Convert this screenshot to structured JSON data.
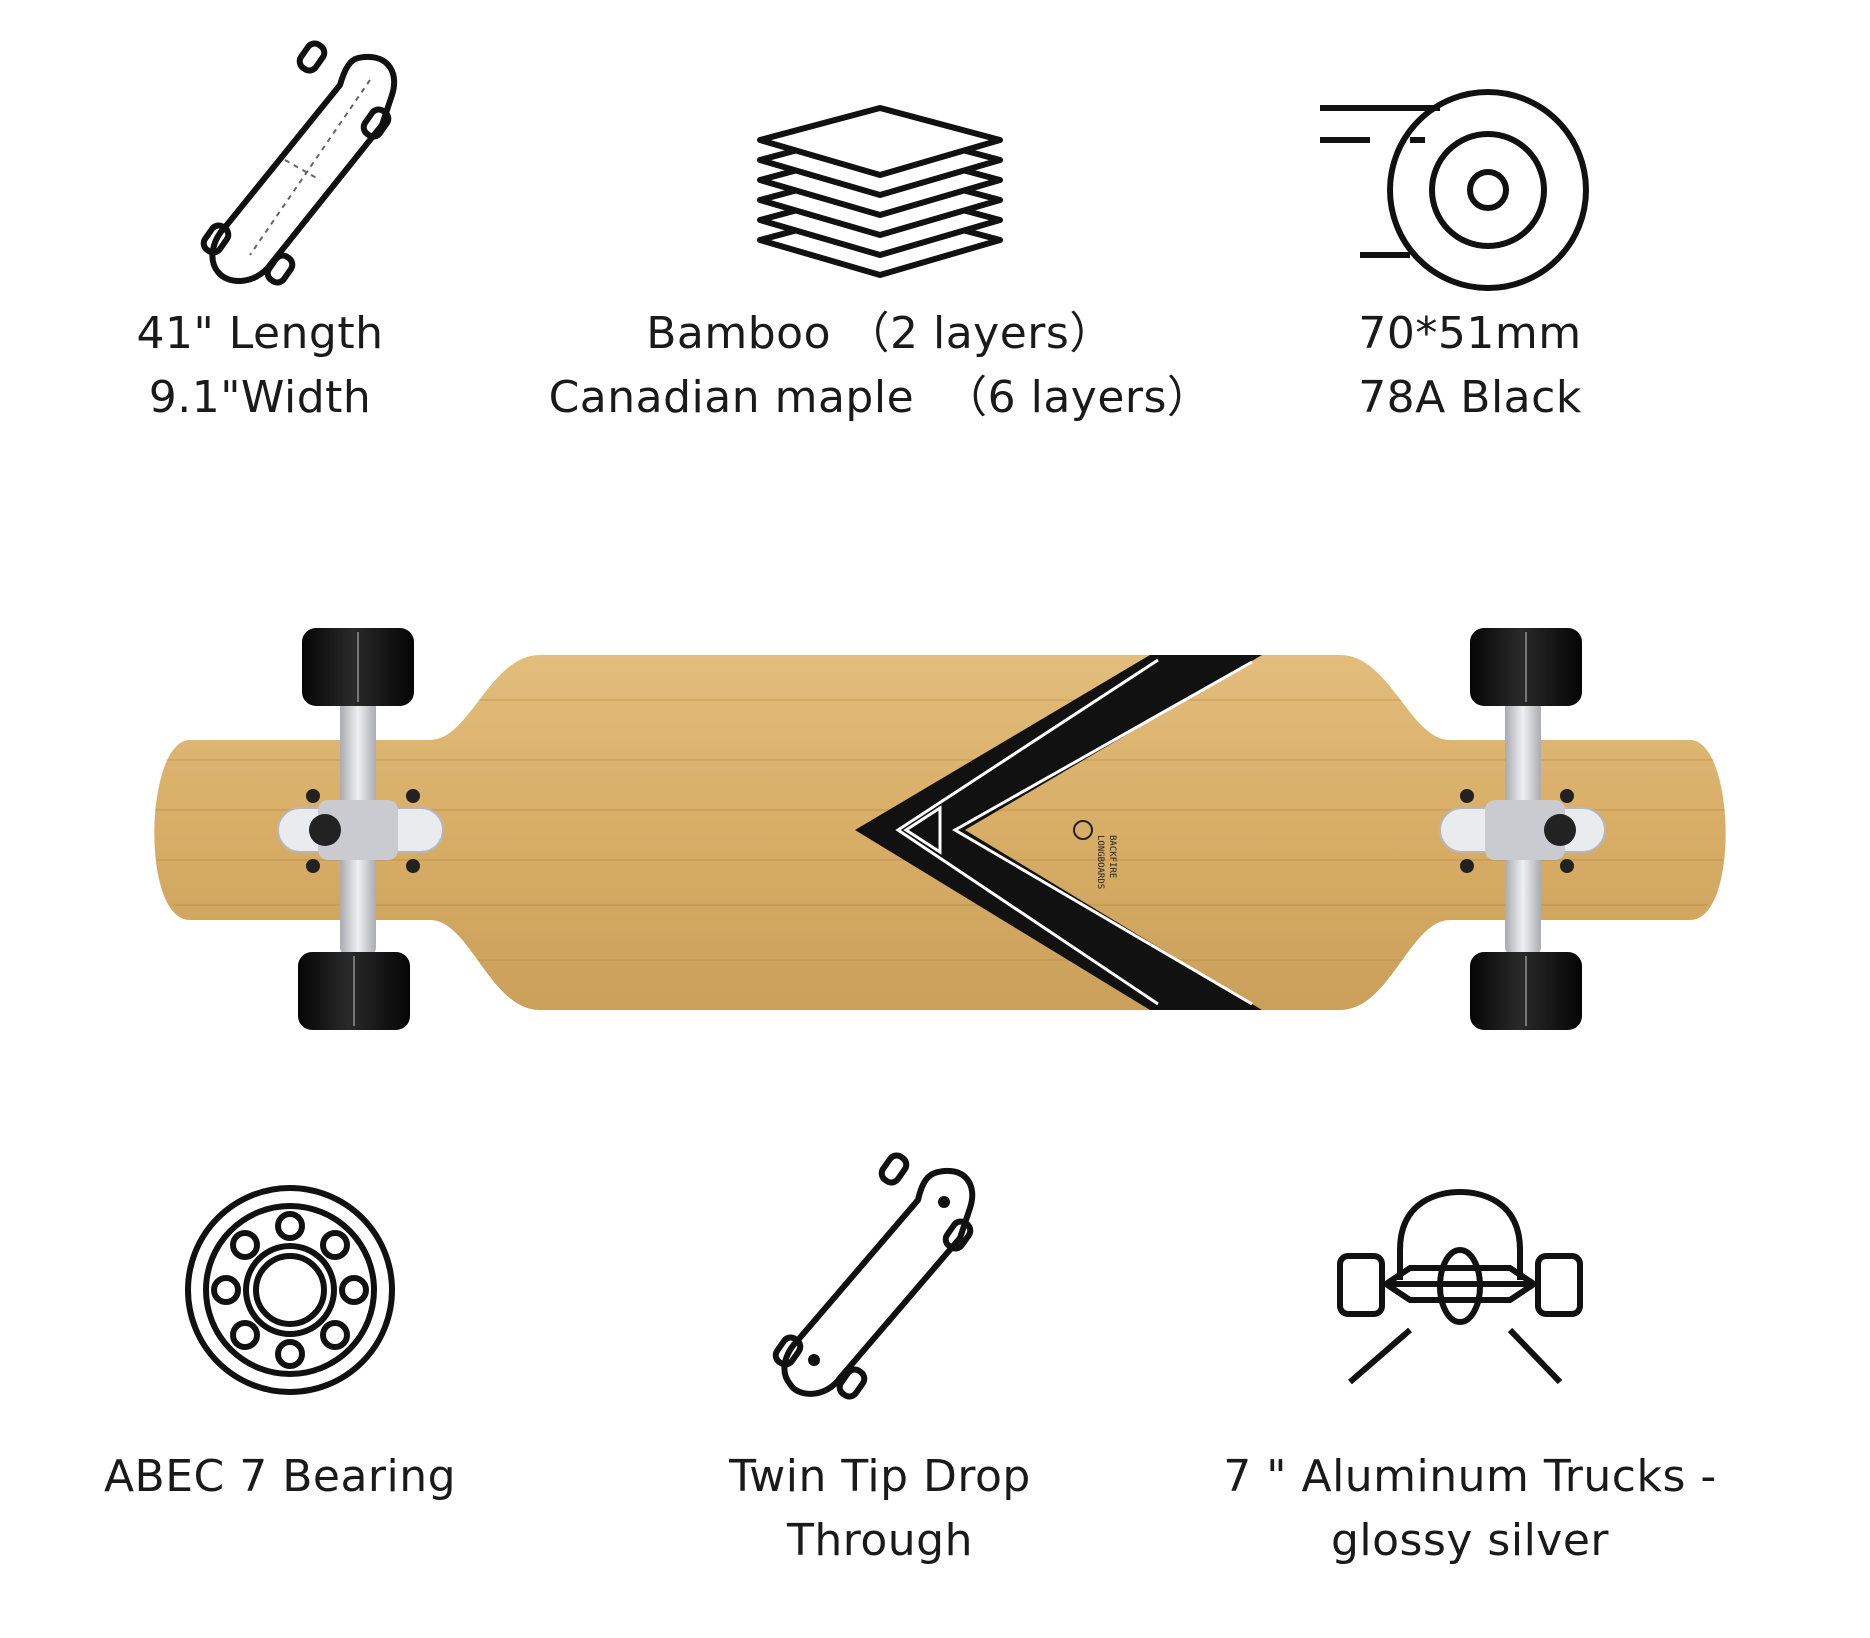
{
  "features_top": [
    {
      "icon": "longboard-length-icon",
      "lines": [
        "41\" Length",
        "9.1\"Width"
      ]
    },
    {
      "icon": "layers-icon",
      "lines": [
        "Bamboo （2 layers）",
        "Canadian maple  （6 layers）"
      ]
    },
    {
      "icon": "wheel-icon",
      "lines": [
        "70*51mm",
        "78A Black"
      ]
    }
  ],
  "features_bottom": [
    {
      "icon": "bearing-icon",
      "lines": [
        "ABEC 7 Bearing"
      ]
    },
    {
      "icon": "longboard-drop-through-icon",
      "lines": [
        "Twin Tip Drop",
        "Through"
      ]
    },
    {
      "icon": "truck-icon",
      "lines": [
        "7 \" Aluminum Trucks -",
        "glossy silver"
      ]
    }
  ],
  "board": {
    "logo_text_1": "LONGBOARDS",
    "logo_text_2": "BACKFIRE",
    "deck_color": "#d9b06a",
    "stripe_color": "#111111",
    "wheel_color": "#141414",
    "truck_color": "#c9cbd0"
  }
}
